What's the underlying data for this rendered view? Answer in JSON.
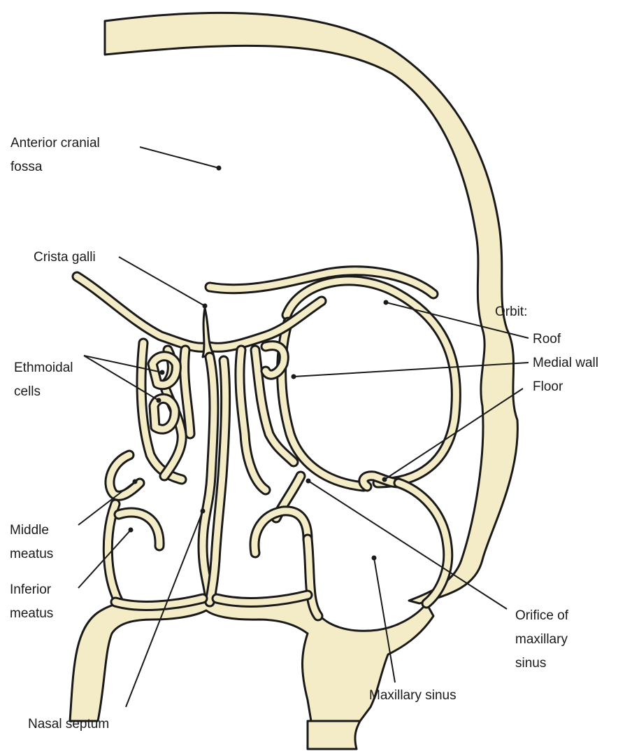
{
  "labels": {
    "anterior_cranial_fossa_1": "Anterior cranial",
    "anterior_cranial_fossa_2": "fossa",
    "crista_galli": "Crista galli",
    "ethmoidal_cells_1": "Ethmoidal",
    "ethmoidal_cells_2": "cells",
    "middle_meatus_1": "Middle",
    "middle_meatus_2": "meatus",
    "inferior_meatus_1": "Inferior",
    "inferior_meatus_2": "meatus",
    "nasal_septum": "Nasal septum",
    "orbit": "Orbit:",
    "roof": "Roof",
    "medial_wall": "Medial wall",
    "floor": "Floor",
    "orifice_1": "Orifice of",
    "orifice_2": "maxillary",
    "orifice_3": "sinus",
    "maxillary_sinus": "Maxillary sinus"
  },
  "colors": {
    "bone": "#f3ecc6",
    "ink": "#1a1a1a",
    "background": "#ffffff"
  }
}
